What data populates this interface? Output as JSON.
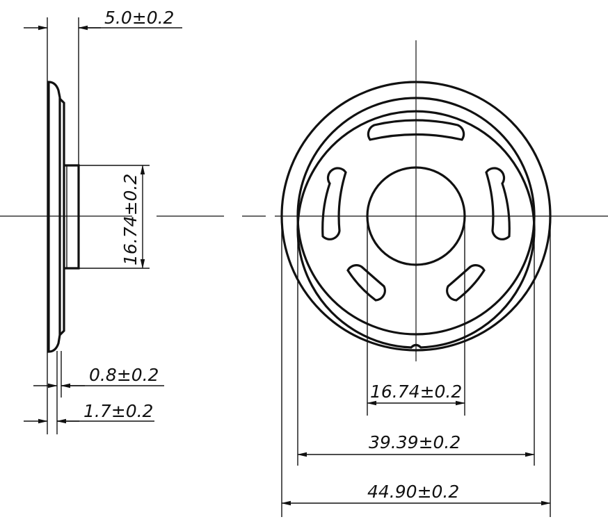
{
  "drawing": {
    "title": "",
    "side_view": {
      "overall_thickness": "5.0±0.2",
      "magnet_diameter": "16.74±0.2",
      "rim_thickness": "0.8±0.2",
      "frame_height": "1.7±0.2"
    },
    "front_view": {
      "magnet_diameter": "16.74±0.2",
      "inner_diameter": "39.39±0.2",
      "outer_diameter": "44.90±0.2"
    }
  }
}
